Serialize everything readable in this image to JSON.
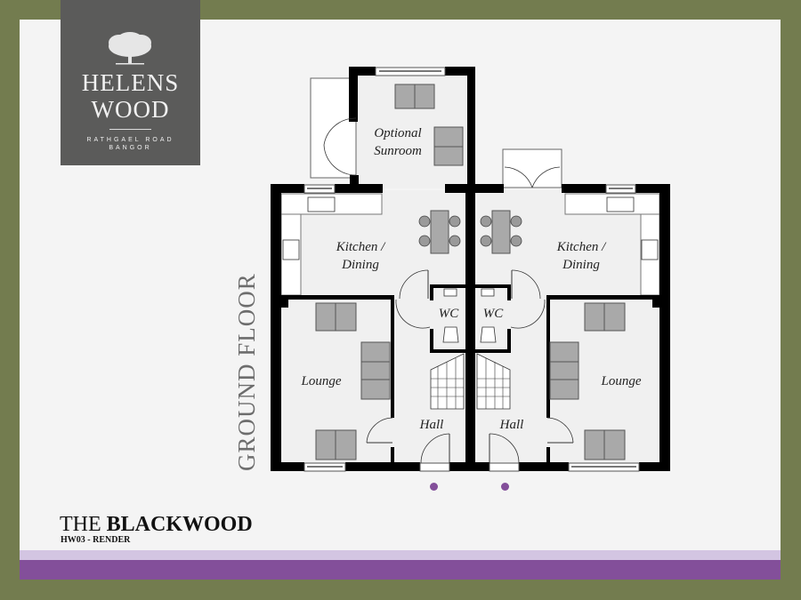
{
  "colors": {
    "border": "#737c4f",
    "panel": "#f4f4f4",
    "accent_purple": "#834f9a",
    "accent_lavender": "#d3c5e2",
    "logo_bg": "#5b5b5a",
    "wall": "#000000",
    "furniture": "#a9a9a9"
  },
  "logo": {
    "icon": "oak-tree-icon",
    "line1": "HELENS",
    "line2": "WOOD",
    "address1": "RATHGAEL ROAD",
    "address2": "BANGOR"
  },
  "plan": {
    "title_prefix": "THE",
    "title_name": "BLACKWOOD",
    "subtitle": "HW03 - RENDER",
    "floor_label": "GROUND FLOOR"
  },
  "rooms": {
    "sunroom_line1": "Optional",
    "sunroom_line2": "Sunroom",
    "left_kitchen_line1": "Kitchen /",
    "left_kitchen_line2": "Dining",
    "right_kitchen_line1": "Kitchen /",
    "right_kitchen_line2": "Dining",
    "left_wc": "WC",
    "right_wc": "WC",
    "left_lounge": "Lounge",
    "right_lounge": "Lounge",
    "left_hall": "Hall",
    "right_hall": "Hall"
  },
  "entrance_markers": 2
}
